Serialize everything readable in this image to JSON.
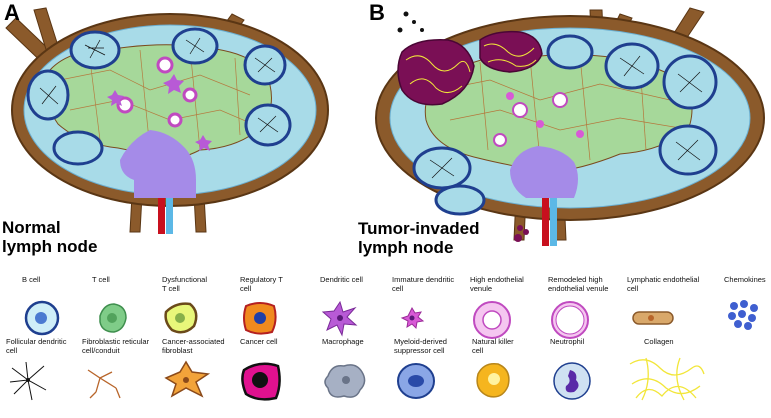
{
  "panels": [
    {
      "letter": "A",
      "caption": "Normal\nlymph node"
    },
    {
      "letter": "B",
      "caption": "Tumor-invaded\nlymph node"
    }
  ],
  "legend": [
    {
      "label": "B cell",
      "icon": "b-cell-icon"
    },
    {
      "label": "T cell",
      "icon": "t-cell-icon"
    },
    {
      "label": "Dysfunctional\nT cell",
      "icon": "dysfunctional-t-cell-icon"
    },
    {
      "label": "Regulatory T\ncell",
      "icon": "regulatory-t-cell-icon"
    },
    {
      "label": "Dendritic cell",
      "icon": "dendritic-cell-icon"
    },
    {
      "label": "Immature dendritic\ncell",
      "icon": "immature-dendritic-cell-icon"
    },
    {
      "label": "High endothelial\nvenule",
      "icon": "high-endothelial-venule-icon"
    },
    {
      "label": "Remodeled high\nendothelial venule",
      "icon": "remodeled-hev-icon"
    },
    {
      "label": "Lymphatic endothelial\ncell",
      "icon": "lymphatic-endothelial-cell-icon"
    },
    {
      "label": "Chemokines",
      "icon": "chemokines-icon"
    },
    {
      "label": "Follicular dendritic\ncell",
      "icon": "follicular-dendritic-cell-icon"
    },
    {
      "label": "Fibroblastic reticular\ncell/conduit",
      "icon": "fibroblastic-reticular-cell-icon"
    },
    {
      "label": "Cancer-associated\nfibroblast",
      "icon": "cancer-associated-fibroblast-icon"
    },
    {
      "label": "Cancer cell",
      "icon": "cancer-cell-icon"
    },
    {
      "label": "Macrophage",
      "icon": "macrophage-icon"
    },
    {
      "label": "Myeloid-derived\nsuppressor cell",
      "icon": "mdsc-icon"
    },
    {
      "label": "Natural killer\ncell",
      "icon": "nk-cell-icon"
    },
    {
      "label": "Neutrophil",
      "icon": "neutrophil-icon"
    },
    {
      "label": "Collagen",
      "icon": "collagen-icon"
    }
  ],
  "colors": {
    "capsule": "#8b5a2b",
    "sinus": "#a8dbe8",
    "paracortex": "#a6d89a",
    "follicle_border": "#1f3f8f",
    "medulla": "#a58be8",
    "tumor": "#7a0f55",
    "collagen": "#f2e63a",
    "artery": "#c8101e",
    "vein": "#5cb8e6"
  }
}
